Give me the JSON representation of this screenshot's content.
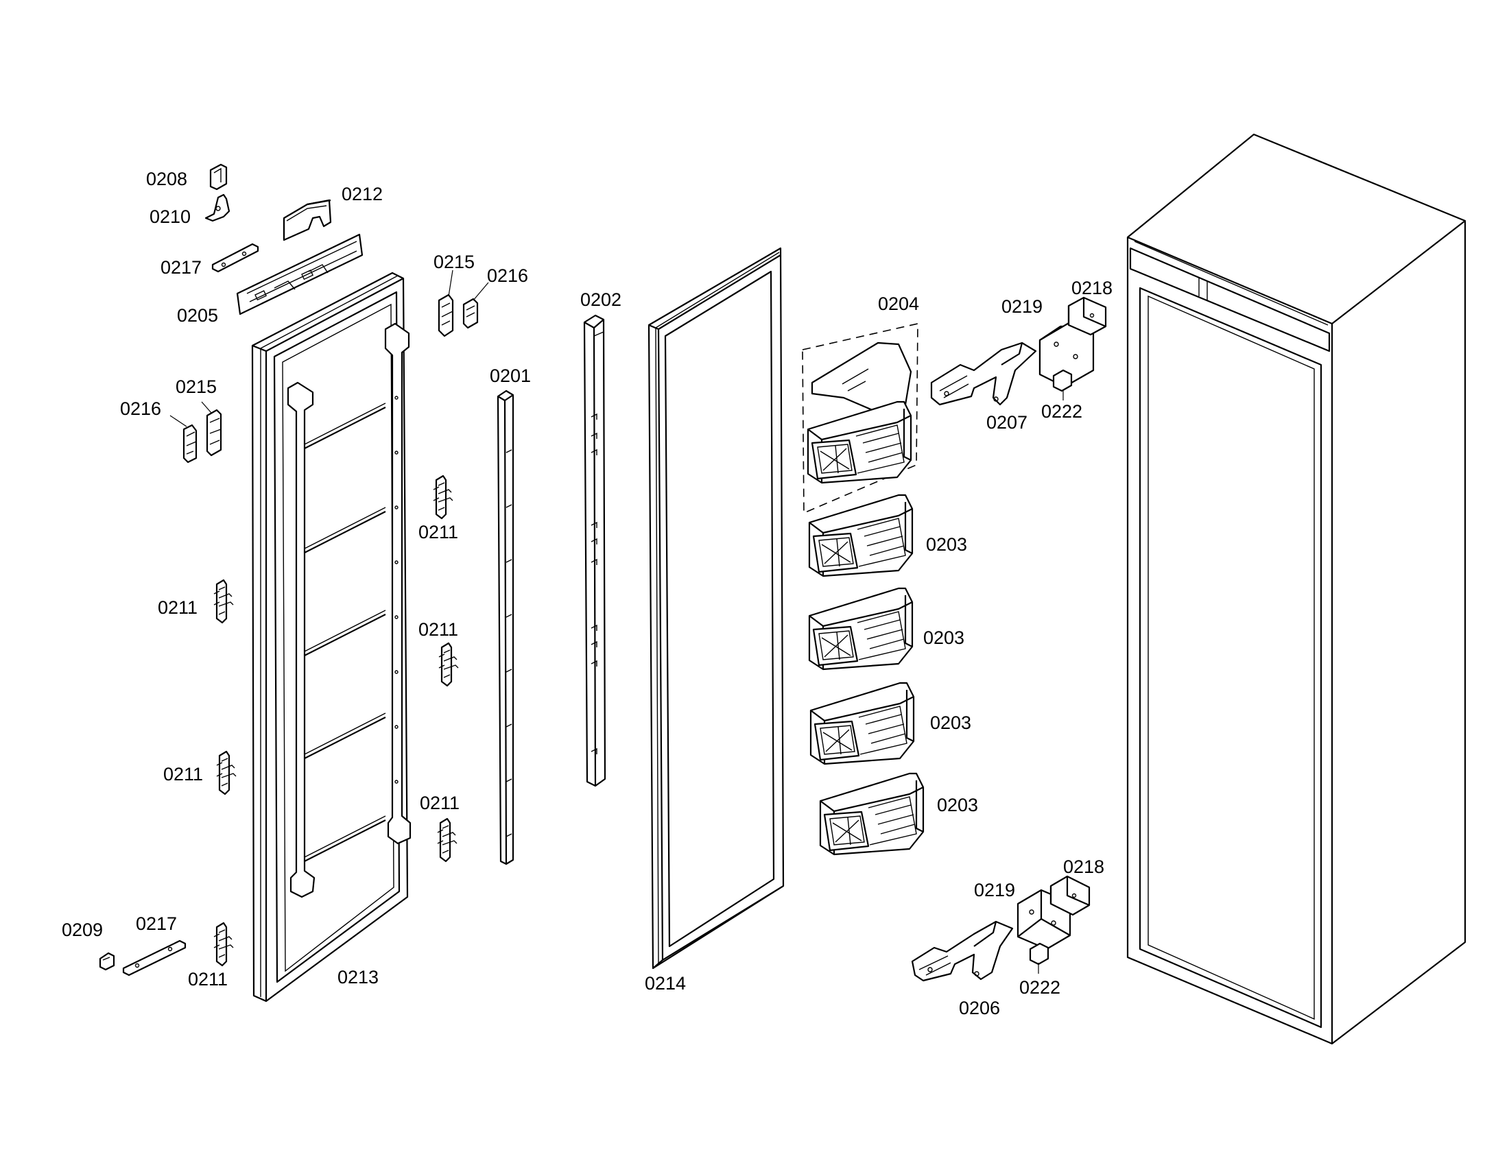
{
  "labels": {
    "p0208": "0208",
    "p0210": "0210",
    "p0212": "0212",
    "p0217_top": "0217",
    "p0205": "0205",
    "p0215_a": "0215",
    "p0216_a": "0216",
    "p0215_b": "0215",
    "p0216_b": "0216",
    "p0202": "0202",
    "p0201": "0201",
    "p0204": "0204",
    "p0219_top": "0219",
    "p0218_top": "0218",
    "p0207": "0207",
    "p0222_top": "0222",
    "p0211_a": "0211",
    "p0211_b": "0211",
    "p0211_c": "0211",
    "p0211_d": "0211",
    "p0211_e": "0211",
    "p0211_f": "0211",
    "p0203_a": "0203",
    "p0203_b": "0203",
    "p0203_c": "0203",
    "p0203_d": "0203",
    "p0209": "0209",
    "p0217_bot": "0217",
    "p0213": "0213",
    "p0214": "0214",
    "p0218_bot": "0218",
    "p0219_bot": "0219",
    "p0222_bot": "0222",
    "p0206": "0206"
  }
}
